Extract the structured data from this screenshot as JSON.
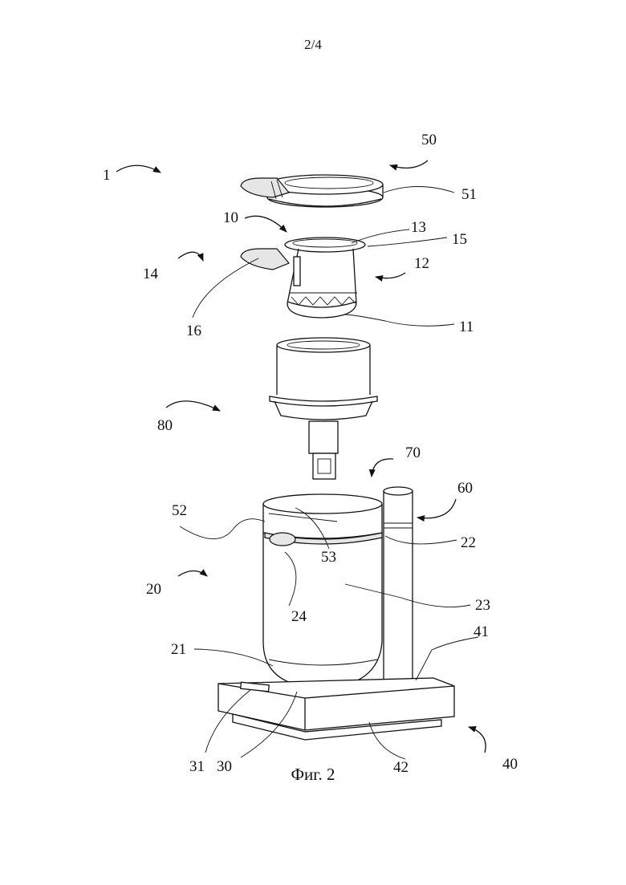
{
  "page_number": "2/4",
  "caption": "Фиг. 2",
  "reference_numerals": {
    "n1": "1",
    "n10": "10",
    "n11": "11",
    "n12": "12",
    "n13": "13",
    "n14": "14",
    "n15": "15",
    "n16": "16",
    "n20": "20",
    "n21": "21",
    "n22": "22",
    "n23": "23",
    "n24": "24",
    "n30": "30",
    "n31": "31",
    "n40": "40",
    "n41": "41",
    "n42": "42",
    "n50": "50",
    "n51": "51",
    "n52": "52",
    "n53": "53",
    "n60": "60",
    "n70": "70",
    "n80": "80"
  }
}
